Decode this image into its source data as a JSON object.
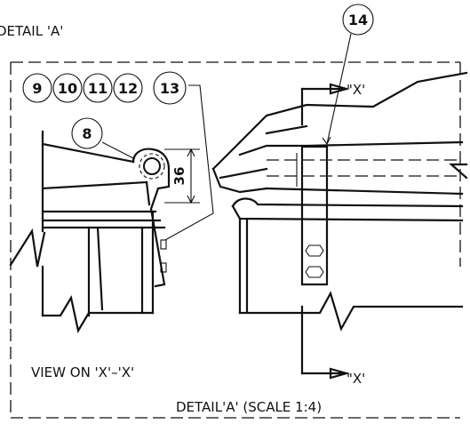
{
  "labels": {
    "detail_header": "DETAIL 'A'",
    "view_label": "VIEW ON 'X'–'X'",
    "detail_caption": "DETAIL'A' (SCALE 1:4)",
    "section_top": "\"X'",
    "section_bottom": "\"X'",
    "dimension": "36"
  },
  "balloons": [
    "9",
    "10",
    "11",
    "12",
    "13",
    "8",
    "14"
  ]
}
